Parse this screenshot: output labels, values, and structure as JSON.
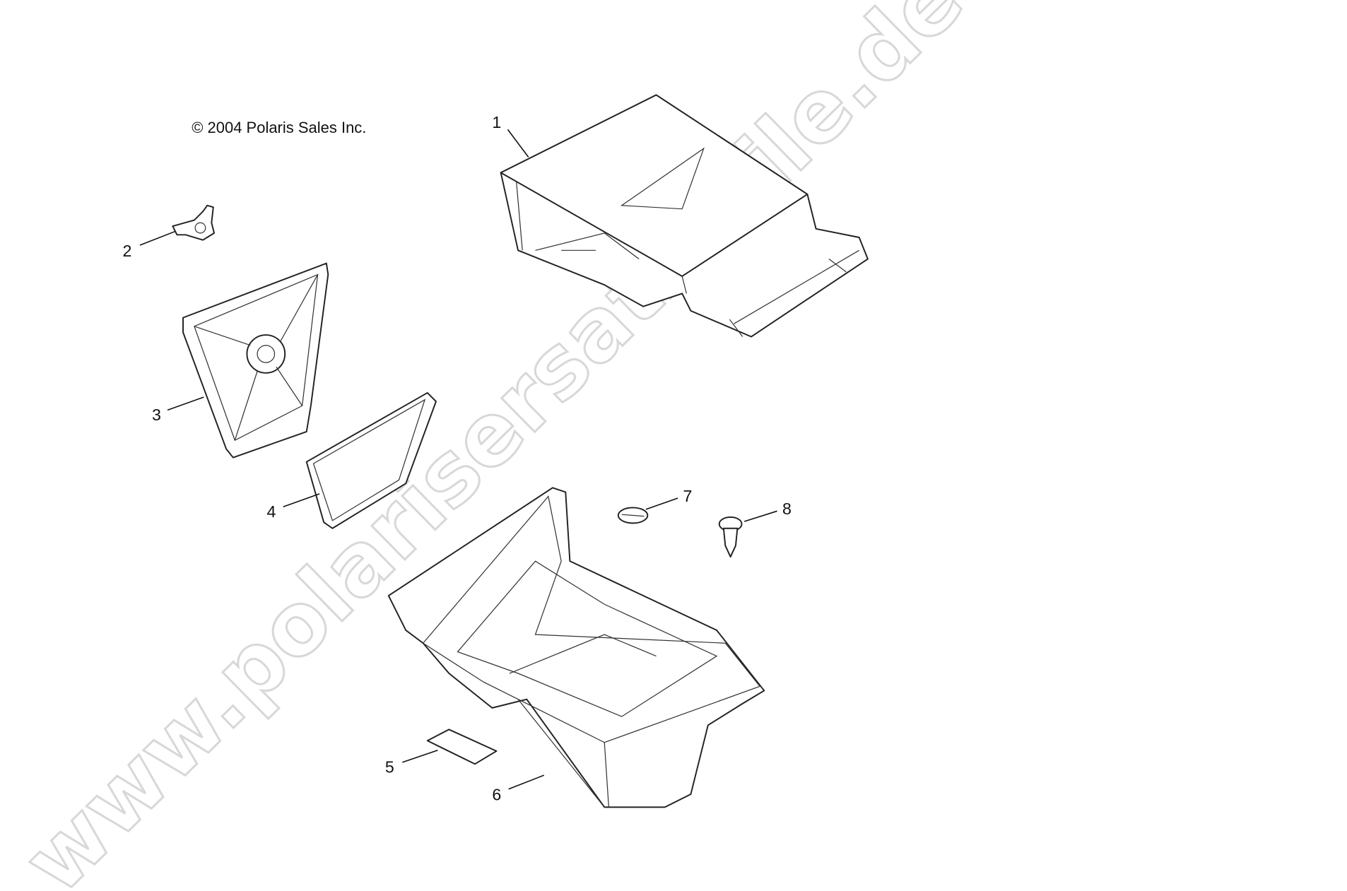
{
  "copyright": "© 2004 Polaris Sales Inc.",
  "watermark": "www.polarisersatzteile.de",
  "callouts": [
    {
      "label": "1",
      "part": "storage-box-lid"
    },
    {
      "label": "2",
      "part": "latch"
    },
    {
      "label": "3",
      "part": "storage-door"
    },
    {
      "label": "4",
      "part": "seal"
    },
    {
      "label": "5",
      "part": "pad"
    },
    {
      "label": "6",
      "part": "storage-box"
    },
    {
      "label": "7",
      "part": "plug"
    },
    {
      "label": "8",
      "part": "push-rivet"
    }
  ]
}
